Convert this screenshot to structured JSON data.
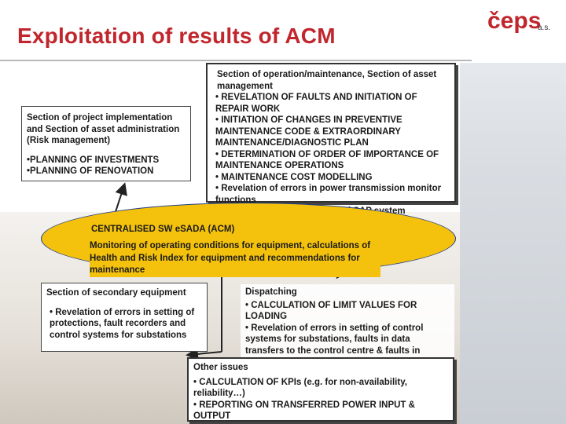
{
  "title": "Exploitation of results of ACM",
  "logo": {
    "text": "čeps",
    "suffix": "a.s.",
    "brand_color": "#c0262c"
  },
  "colors": {
    "title": "#c0262c",
    "ellipse_fill": "#f4c20d",
    "ellipse_border": "#1f3b8a"
  },
  "project_box": {
    "heading": "Section of project implementation and Section of asset administration (Risk management)",
    "items": [
      "•PLANNING OF INVESTMENTS",
      "•PLANNING OF RENOVATION"
    ]
  },
  "operation_box": {
    "heading": "Section of operation/maintenance, Section of asset management",
    "items": [
      "• REVELATION OF FAULTS AND INITIATION OF REPAIR WORK",
      "• INITIATION OF CHANGES IN PREVENTIVE MAINTENANCE CODE & EXTRAORDINARY MAINTENANCE/DIAGNOSTIC PLAN",
      "• DETERMINATION OF ORDER OF IMPORTANCE OF MAINTENANCE OPERATIONS",
      "• MAINTENANCE COST MODELLING",
      "• Revelation of errors in power transmission monitor functions",
      "• Revelation of errors in Central SAP system"
    ]
  },
  "central": {
    "title": "CENTRALISED SW eSADA (ACM)",
    "text": "Monitoring of operating conditions for equipment, calculations of Health and Risk Index for equipment and recommendations for maintenance"
  },
  "secondary_box": {
    "heading": "Section of secondary equipment",
    "items": [
      "• Revelation of errors in setting of protections, fault recorders and control systems for substations"
    ]
  },
  "dispatching_box": {
    "heading": "Dispatching",
    "items": [
      "• CALCULATION OF LIMIT VALUES FOR LOADING",
      "• Revelation of errors in setting of control systems for substations, faults in data transfers to the control centre & faults in network logbook"
    ]
  },
  "other_box": {
    "heading": "Other issues",
    "items": [
      "• CALCULATION OF KPIs (e.g. for non-availability, reliability…)",
      "• REPORTING ON TRANSFERRED POWER INPUT & OUTPUT"
    ]
  }
}
